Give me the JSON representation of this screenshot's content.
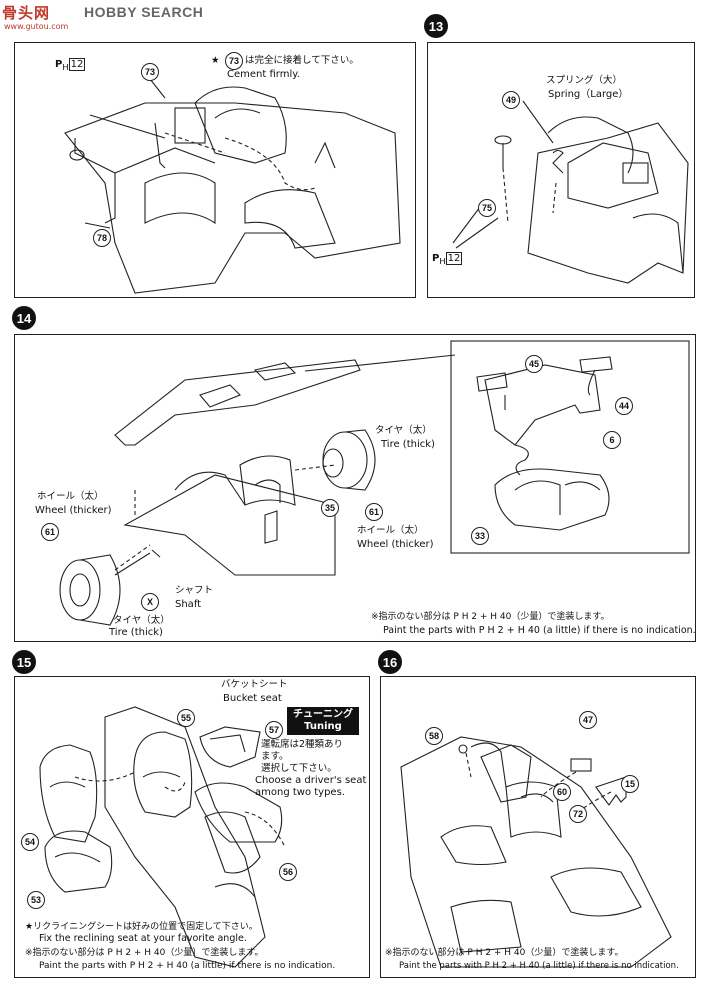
{
  "header": {
    "logo": "骨头网",
    "search": "HOBBY SEARCH",
    "subtitle": "www.gutou.com"
  },
  "steps": {
    "s13": "13",
    "s14": "14",
    "s15": "15",
    "s16": "16"
  },
  "panel12": {
    "note_ja": "は完全に接着して下さい。",
    "note_star": "★",
    "note_en": "Cement firmly.",
    "parts": {
      "p73a": "73",
      "p73b": "73",
      "p78": "78"
    },
    "ph": "P",
    "ph_sub": "H",
    "ph_num": "12"
  },
  "panel13": {
    "spring_ja": "スプリング（大）",
    "spring_en": "Spring（Large）",
    "parts": {
      "p49": "49",
      "p75": "75"
    },
    "ph": "P",
    "ph_sub": "H",
    "ph_num": "12"
  },
  "panel14": {
    "tire_thick_ja_r": "タイヤ（太）",
    "tire_thick_en_r": "Tire (thick)",
    "wheel_thicker_ja_r": "ホイール（太）",
    "wheel_thicker_en_r": "Wheel (thicker)",
    "wheel_thicker_ja_l": "ホイール（太）",
    "wheel_thicker_en_l": "Wheel (thicker)",
    "shaft_ja": "シャフト",
    "shaft_en": "Shaft",
    "tire_thick_ja_l": "タイヤ（太）",
    "tire_thick_en_l": "Tire (thick)",
    "parts": {
      "p45": "45",
      "p44": "44",
      "p6": "6",
      "p33": "33",
      "p61a": "61",
      "p61b": "61",
      "p35": "35",
      "pX": "X"
    },
    "paint_ja": "※指示のない部分は P H 2 + H 40（少量）で塗装します。",
    "paint_en": "Paint the parts with P H 2 + H 40 (a little) if there is no indication."
  },
  "panel15": {
    "bucket_ja": "バケットシート",
    "bucket_en": "Bucket seat",
    "tuning_ja": "チューニング",
    "tuning_en": "Tuning",
    "choose_ja1": "運転席は2種類あり",
    "choose_ja2": "ます。",
    "choose_ja3": "選択して下さい。",
    "choose_en1": "Choose a driver's seat",
    "choose_en2": "among two types.",
    "parts": {
      "p55": "55",
      "p57": "57",
      "p54": "54",
      "p56": "56",
      "p53": "53"
    },
    "recline_ja": "★リクライニングシートは好みの位置で固定して下さい。",
    "recline_en": "Fix the reclining seat at your favorite angle.",
    "paint_ja": "※指示のない部分は P H 2 + H 40（少量）で塗装します。",
    "paint_en": "Paint the parts with P H 2 + H 40 (a little) if there is no indication."
  },
  "panel16": {
    "parts": {
      "p58": "58",
      "p47": "47",
      "p15": "15",
      "p60": "60",
      "p72": "72"
    },
    "paint_ja": "※指示のない部分は P H 2 + H 40（少量）で塗装します。",
    "paint_en": "Paint the parts with P H 2 + H 40 (a little) if there is no indication."
  }
}
